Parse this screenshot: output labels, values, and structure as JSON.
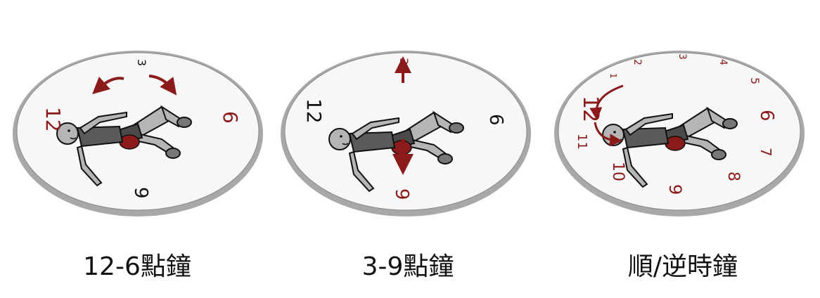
{
  "colors": {
    "accent_red": "#8b1a1a",
    "plate_rim": "#a8a8a8",
    "plate_fill": "#f7f7f7",
    "ink": "#111111",
    "body_gray": "#9a9a9a",
    "shirt_dark": "#4a4a4a"
  },
  "panels": [
    {
      "caption": "12-6點鐘",
      "numbers": {
        "n12": "12",
        "n6": "6",
        "n3": "3",
        "n9": "9"
      }
    },
    {
      "caption": "3-9點鐘",
      "numbers": {
        "n12": "12",
        "n6": "6",
        "n3": "3",
        "n9": "9"
      }
    },
    {
      "caption": "順/逆時鐘",
      "numbers": {
        "n12": "12",
        "n1": "1",
        "n2": "2",
        "n3": "3",
        "n4": "4",
        "n5": "5",
        "n6": "6",
        "n7": "7",
        "n8": "8",
        "n9": "9",
        "n10": "10",
        "n11": "11"
      }
    }
  ]
}
